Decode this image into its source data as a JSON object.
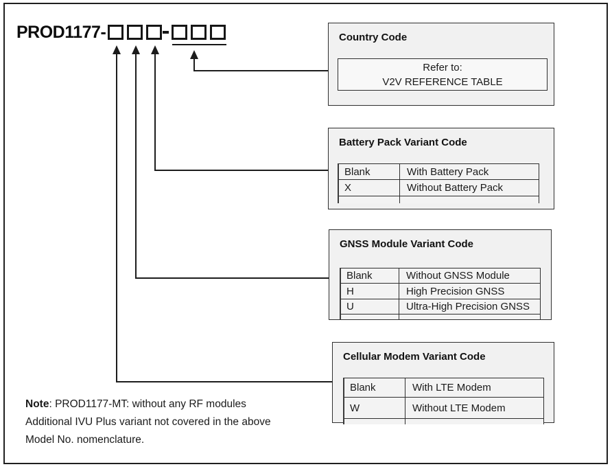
{
  "model_code": {
    "prefix": "PROD1177-",
    "separator": "-",
    "group1_count": 3,
    "group2_count": 3
  },
  "callouts": {
    "country": {
      "title": "Country Code",
      "note_lines": [
        "Refer to:",
        "V2V REFERENCE TABLE"
      ]
    },
    "battery": {
      "title": "Battery Pack Variant Code",
      "rows": [
        [
          "Blank",
          "With Battery Pack"
        ],
        [
          "X",
          "Without Battery Pack"
        ]
      ]
    },
    "gnss": {
      "title": "GNSS Module Variant Code",
      "rows": [
        [
          "Blank",
          "Without GNSS Module"
        ],
        [
          "H",
          "High Precision GNSS"
        ],
        [
          "U",
          "Ultra-High Precision GNSS"
        ]
      ]
    },
    "cellular": {
      "title": "Cellular Modem Variant Code",
      "rows": [
        [
          "Blank",
          "With LTE Modem"
        ],
        [
          "W",
          "Without LTE Modem"
        ]
      ]
    }
  },
  "note": {
    "label": "Note",
    "text_after_label": ": PROD1177-MT: without any RF modules",
    "line2": "Additional IVU Plus variant not covered in the above",
    "line3": "Model No. nomenclature."
  },
  "colors": {
    "callout_fill": "#f1f1f1",
    "line": "#1c1c1c",
    "border": "#2e2e2e"
  }
}
